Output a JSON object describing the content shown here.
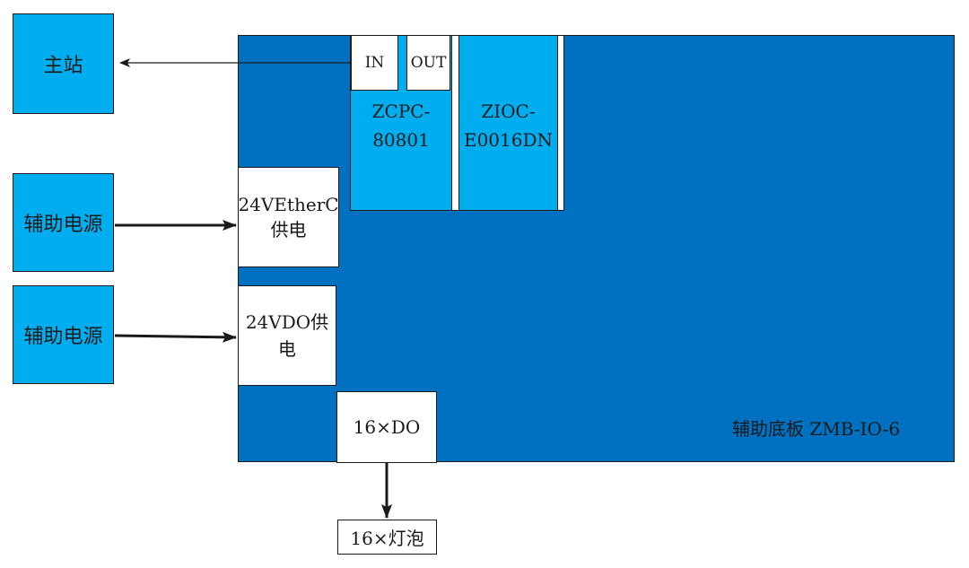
{
  "diagram": {
    "master": "主站",
    "aux_power_1": "辅助电源",
    "aux_power_2": "辅助电源",
    "board_label": "辅助底板 ZMB-IO-6",
    "port_in": "IN",
    "port_out": "OUT",
    "module_1": "ZCPC-\n80801",
    "module_2": "ZIOC-\nE0016DN",
    "ethercat_supply": "24VEtherC\n供电",
    "do_supply": "24VDO供\n电",
    "do_outputs": "16×DO",
    "bulbs": "16×灯泡"
  },
  "colors": {
    "board": "#0070c0",
    "module": "#00aeef",
    "line": "#1a1a1a"
  }
}
